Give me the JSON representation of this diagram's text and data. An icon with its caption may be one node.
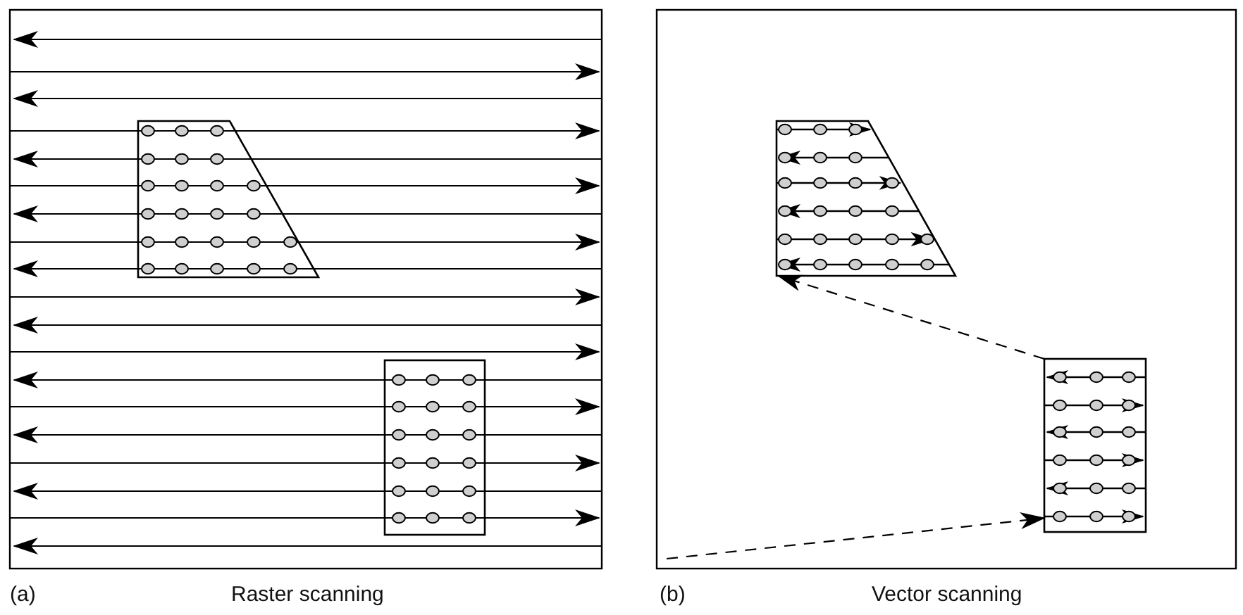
{
  "diagram": {
    "nodes": [
      {
        "text": [],
        "shape": "trapezoid"
      },
      {
        "text": [],
        "shape": "box"
      },
      {
        "text": [],
        "shape": "trapezoid"
      },
      {
        "text": [],
        "shape": "box"
      }
    ],
    "edges": [
      {
        "from": null,
        "to": 3,
        "arrow": "to",
        "style": "dashed"
      },
      {
        "from": 3,
        "to": 2,
        "arrow": "to",
        "style": "dashed"
      }
    ],
    "labels": [
      "(a)",
      "Raster scanning",
      "(b)",
      "Vector scanning"
    ]
  }
}
